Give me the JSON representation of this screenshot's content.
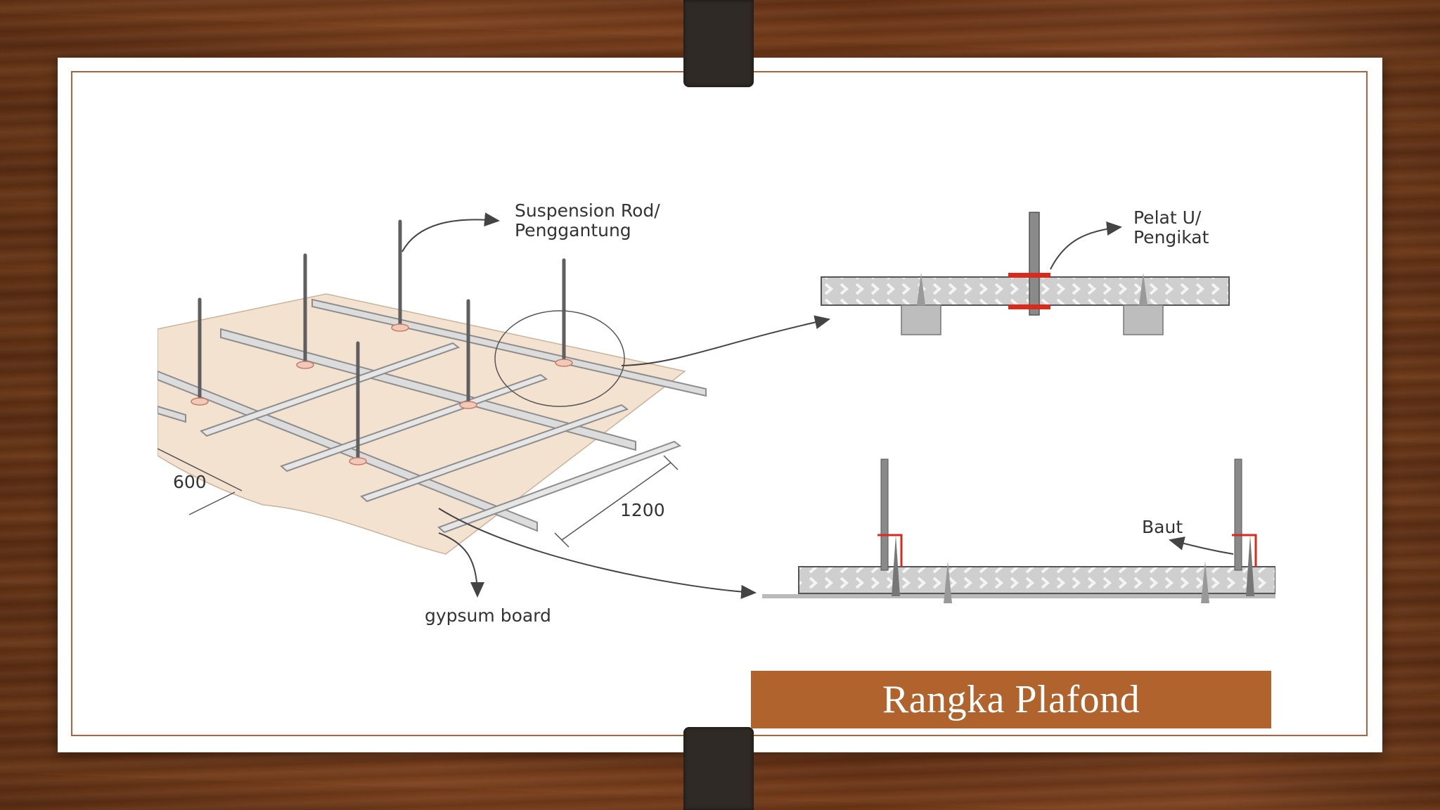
{
  "slide": {
    "title": "Rangka Plafond"
  },
  "diagram": {
    "labels": {
      "suspension_rod_line1": "Suspension Rod/",
      "suspension_rod_line2": "Penggantung",
      "pelat_line1": "Pelat U/",
      "pelat_line2": "Pengikat",
      "dim_600": "600",
      "dim_1200": "1200",
      "gypsum_board": "gypsum board",
      "baut": "Baut"
    }
  },
  "colors": {
    "accent": "#b0632d",
    "frame_border": "#b0633a",
    "board": "#f3e2cf",
    "clip_red": "#d92a1e"
  }
}
